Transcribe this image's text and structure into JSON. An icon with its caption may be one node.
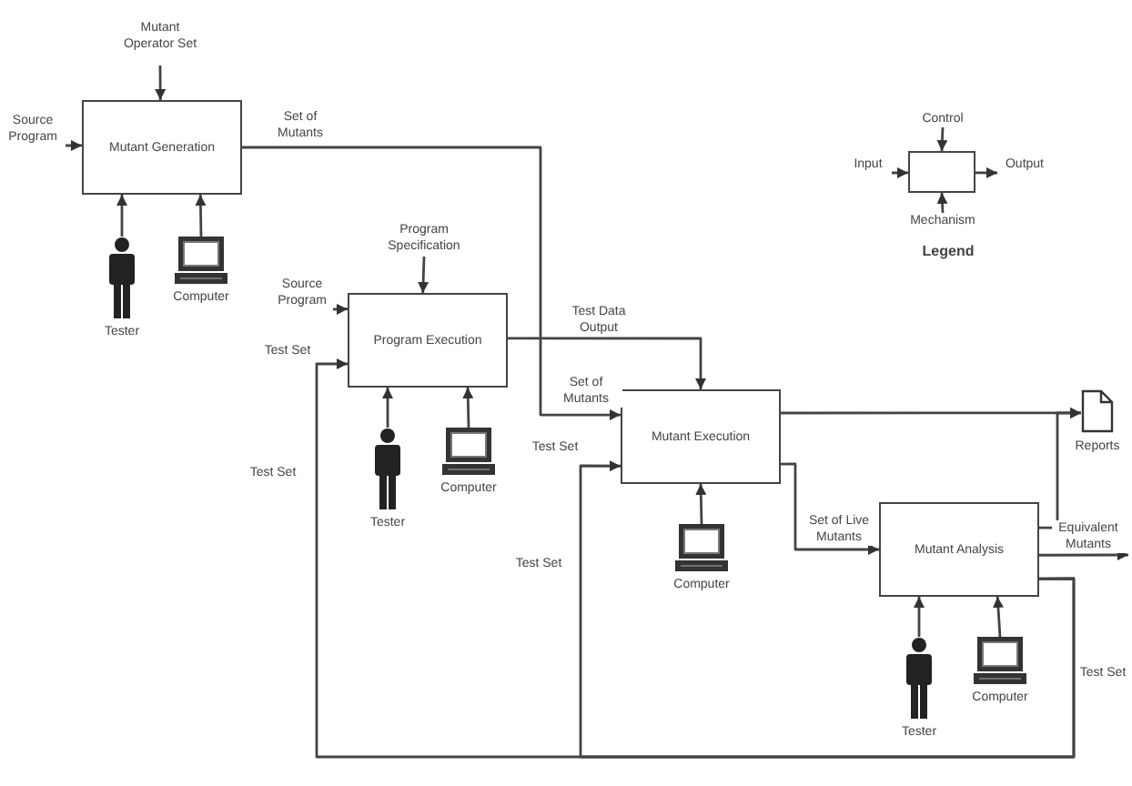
{
  "diagram": {
    "nodes": [
      {
        "text": [
          "Mutant Operator Set"
        ]
      },
      {
        "text": [
          "Source Program"
        ]
      },
      {
        "text": [
          "Mutant Generation"
        ]
      },
      {
        "text": [],
        "shape": "person",
        "beside": [
          "Tester"
        ]
      },
      {
        "text": [],
        "shape": "computer",
        "beside": [
          "Computer"
        ]
      },
      {
        "text": [
          "Control"
        ]
      },
      {
        "text": [
          "Input"
        ]
      },
      {
        "text": [],
        "shape": "box"
      },
      {
        "text": [
          "Output"
        ]
      },
      {
        "text": [
          "Mechanism"
        ]
      },
      {
        "text": [
          "Program Specification"
        ]
      },
      {
        "text": [
          "Source Program"
        ]
      },
      {
        "text": [
          "Program Execution"
        ]
      },
      {
        "text": [],
        "shape": "person",
        "beside": [
          "Tester"
        ]
      },
      {
        "text": [],
        "shape": "computer",
        "beside": [
          "Computer"
        ]
      },
      {
        "text": [
          "Mutant Execution"
        ]
      },
      {
        "text": [],
        "shape": "document",
        "beside": [
          "Reports"
        ]
      },
      {
        "text": [],
        "shape": "computer",
        "beside": [
          "Computer"
        ]
      },
      {
        "text": [
          "Mutant Analysis"
        ]
      },
      {
        "text": [],
        "shape": "person",
        "beside": [
          "Tester"
        ]
      },
      {
        "text": [],
        "shape": "computer",
        "beside": [
          "Computer"
        ]
      }
    ],
    "edges": [
      {
        "from": 0,
        "to": 2,
        "arrow": "to"
      },
      {
        "from": 1,
        "to": 2,
        "arrow": "to"
      },
      {
        "from": 3,
        "to": 2,
        "arrow": "to"
      },
      {
        "from": 4,
        "to": 2,
        "arrow": "to"
      },
      {
        "from": 2,
        "to": 15,
        "arrow": "to",
        "label": "Set of Mutants"
      },
      {
        "from": 5,
        "to": 7,
        "arrow": "to"
      },
      {
        "from": 6,
        "to": 7,
        "arrow": "to"
      },
      {
        "from": 7,
        "to": 8,
        "arrow": "to"
      },
      {
        "from": 9,
        "to": 7,
        "arrow": "to"
      },
      {
        "from": 10,
        "to": 12,
        "arrow": "to"
      },
      {
        "from": 11,
        "to": 12,
        "arrow": "to"
      },
      {
        "from": 12,
        "to": 15,
        "arrow": "to",
        "label": "Test Data Output"
      },
      {
        "from": 13,
        "to": 12,
        "arrow": "to"
      },
      {
        "from": 14,
        "to": 12,
        "arrow": "to"
      },
      {
        "from": 15,
        "to": 16,
        "arrow": "to"
      },
      {
        "from": 15,
        "to": 18,
        "arrow": "to",
        "label": "Set of Live Mutants"
      },
      {
        "from": 17,
        "to": 15,
        "arrow": "to"
      },
      {
        "from": 18,
        "to": 16,
        "arrow": "to"
      },
      {
        "from": 18,
        "to": null,
        "arrow": "to",
        "label": "Equivalent Mutants"
      },
      {
        "from": 18,
        "to": 12,
        "arrow": "to",
        "label": "Test Set"
      },
      {
        "from": 18,
        "to": 15,
        "arrow": "to",
        "label": "Test Set"
      },
      {
        "from": 19,
        "to": 18,
        "arrow": "to"
      },
      {
        "from": 20,
        "to": 18,
        "arrow": "to"
      }
    ],
    "labels": [
      "Set of Mutants",
      "Legend",
      "Test Set",
      "Test Set",
      "Test Set"
    ]
  }
}
